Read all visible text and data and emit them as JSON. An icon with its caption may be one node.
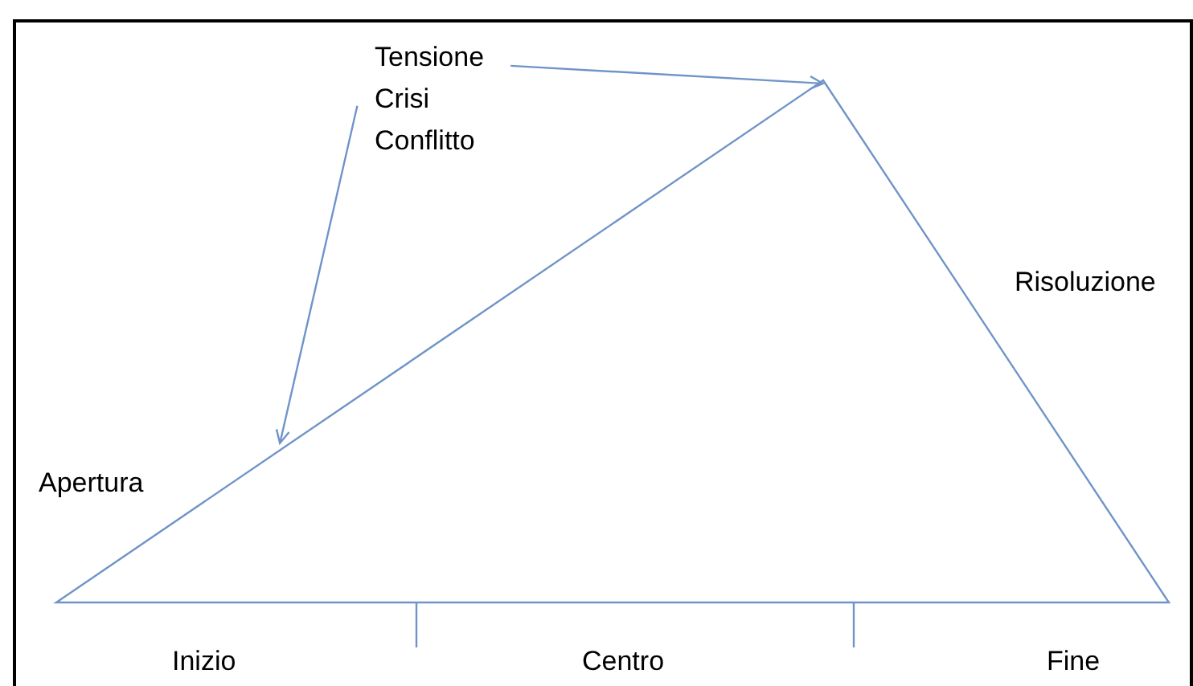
{
  "diagram": {
    "nodes": [
      {
        "text": [
          "Tensione Crisi Conflitto"
        ]
      },
      {
        "text": [],
        "shape": "triangle"
      }
    ],
    "edges": [
      {
        "from": 0,
        "to": 1,
        "arrow": "to"
      },
      {
        "from": 0,
        "to": 1,
        "arrow": "to"
      }
    ],
    "labels": [
      "Risoluzione",
      "Apertura",
      "Inizio",
      "Centro",
      "Fine"
    ]
  }
}
